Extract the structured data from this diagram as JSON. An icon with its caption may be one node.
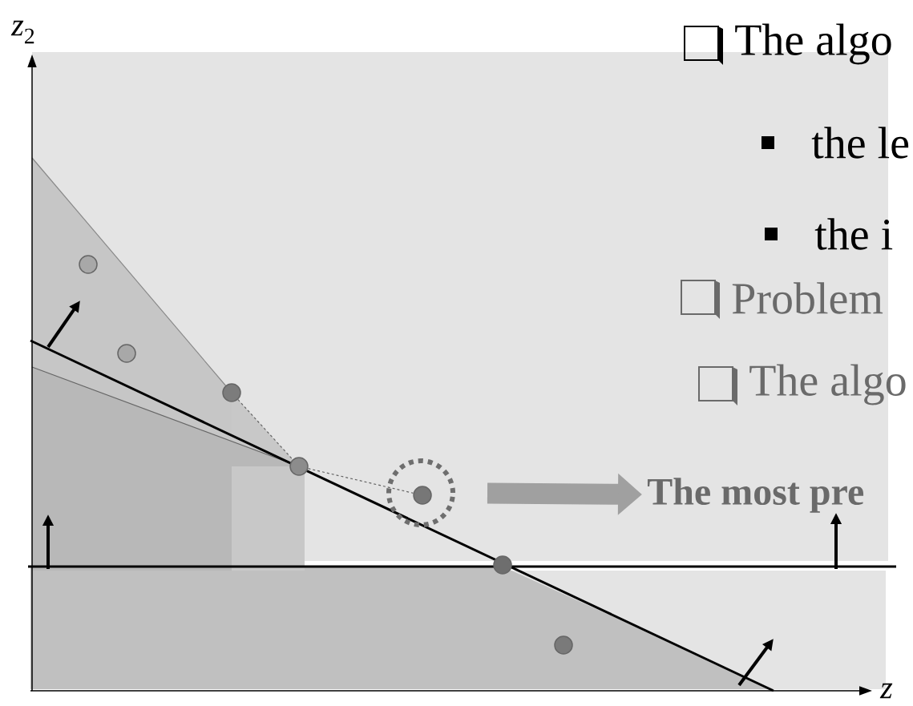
{
  "diagram": {
    "nodes": [
      {
        "text": [],
        "shape": "circle"
      },
      {
        "text": [],
        "shape": "circle"
      },
      {
        "text": [],
        "shape": "circle"
      },
      {
        "text": [],
        "shape": "circle"
      },
      {
        "text": [],
        "shape": "circle"
      },
      {
        "text": [],
        "shape": "circle",
        "in": 4
      },
      {
        "text": [],
        "shape": "circle"
      },
      {
        "text": [],
        "shape": "circle"
      },
      {
        "text": [
          "The most pre"
        ]
      }
    ],
    "edges": [
      {
        "from": 2,
        "to": 3,
        "arrow": "none",
        "style": "dashed"
      },
      {
        "from": 3,
        "to": 5,
        "arrow": "none",
        "style": "dashed"
      },
      {
        "from": 4,
        "to": 8,
        "arrow": "to",
        "style": "thick"
      }
    ],
    "labels": [
      "*z*$_{2}$",
      "z",
      "The algo",
      "the le",
      "the i",
      "Problem",
      "The algo"
    ]
  }
}
